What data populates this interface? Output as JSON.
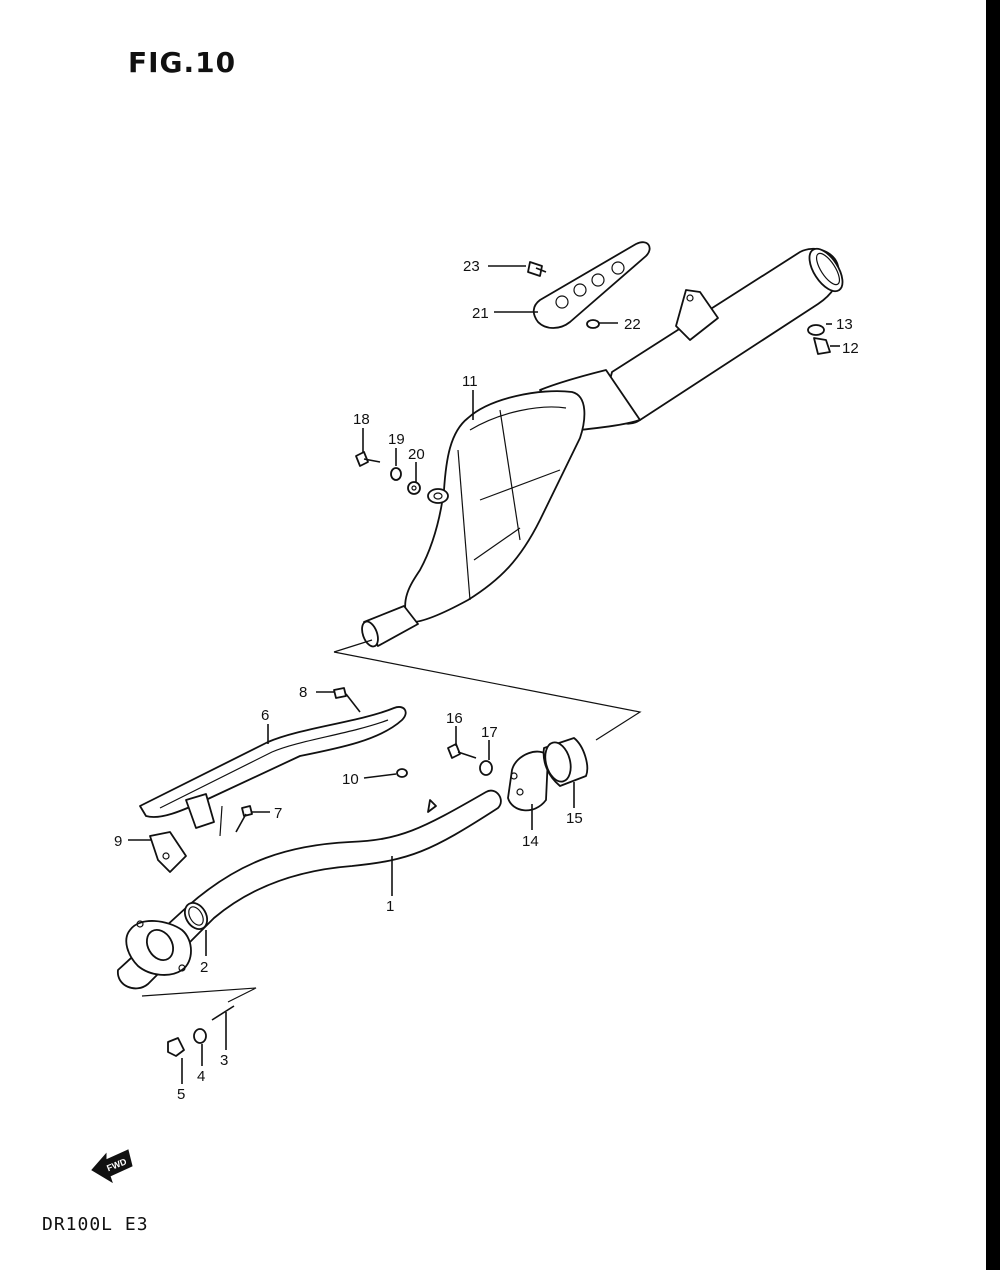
{
  "figure": {
    "title": "FIG.10",
    "model": "DR100L E3"
  },
  "fwd_arrow": {
    "label": "FWD",
    "icon": "fwd-arrow-icon"
  },
  "callouts": [
    "1",
    "2",
    "3",
    "4",
    "5",
    "6",
    "7",
    "8",
    "9",
    "10",
    "11",
    "12",
    "13",
    "14",
    "15",
    "16",
    "17",
    "18",
    "19",
    "20",
    "21",
    "22",
    "23"
  ]
}
